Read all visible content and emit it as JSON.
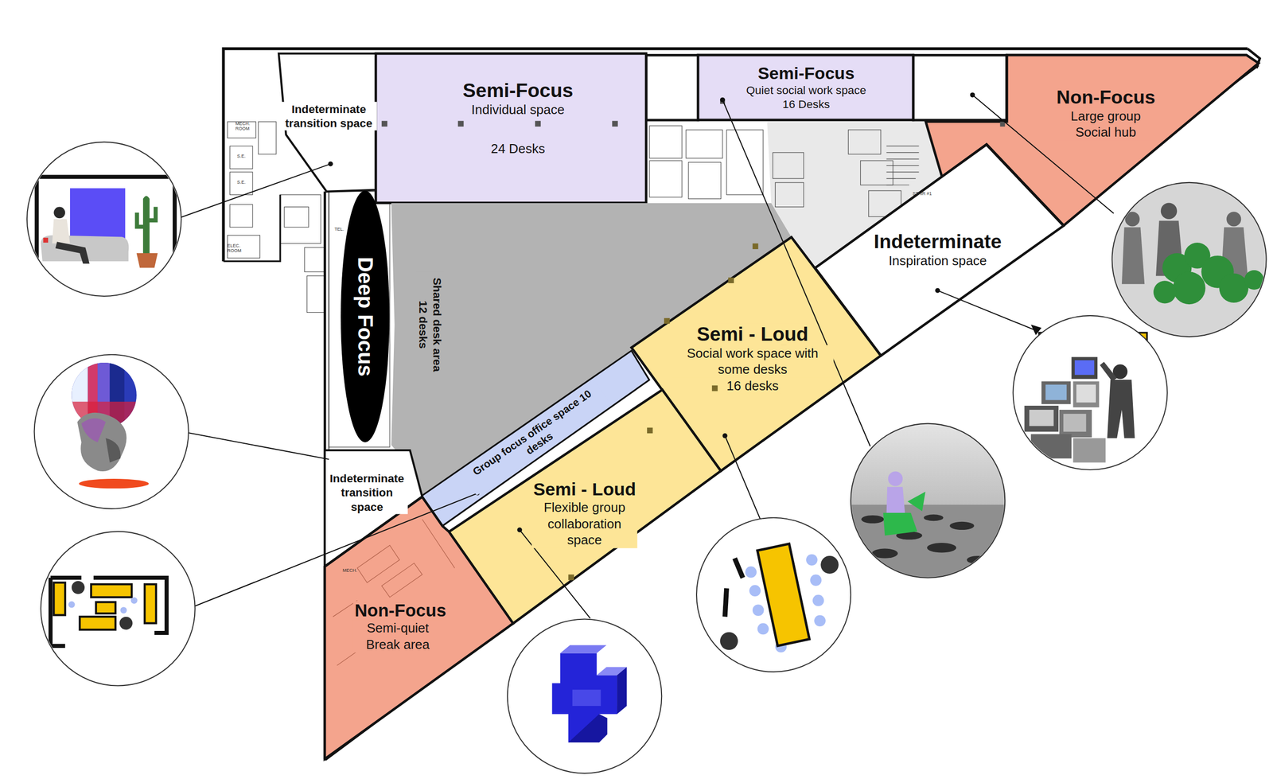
{
  "diagram": {
    "nodes": [
      {
        "text": [
          "Indeterminate transition space"
        ]
      },
      {
        "text": [
          "Semi-Focus",
          "Individual space",
          "24 Desks"
        ]
      },
      {
        "text": [
          "Semi-Focus",
          "Quiet social work space",
          "16 Desks"
        ]
      },
      {
        "text": [
          "Non-Focus",
          "Large group Social hub"
        ]
      },
      {
        "text": [
          "Deep Focus"
        ]
      },
      {
        "text": [
          "Shared desk area 12 desks"
        ]
      },
      {
        "text": [
          "Indeterminate",
          "Inspiration space"
        ]
      },
      {
        "text": [
          "Semi - Loud",
          "Social work space with some desks",
          "16 desks"
        ]
      },
      {
        "text": [
          "Group focus office space 10 desks"
        ]
      },
      {
        "text": [
          "Semi - Loud",
          "Flexible group collaboration space"
        ]
      },
      {
        "text": [
          "Indeterminate transition space"
        ]
      },
      {
        "text": [
          "Non-Focus",
          "Semi-quiet Break area"
        ]
      }
    ],
    "labels": [
      "MECH. ROOM",
      "S.E.",
      "S.E.",
      "ELEC. ROOM",
      "TEL.",
      "STAIR #1",
      "MECH."
    ]
  }
}
